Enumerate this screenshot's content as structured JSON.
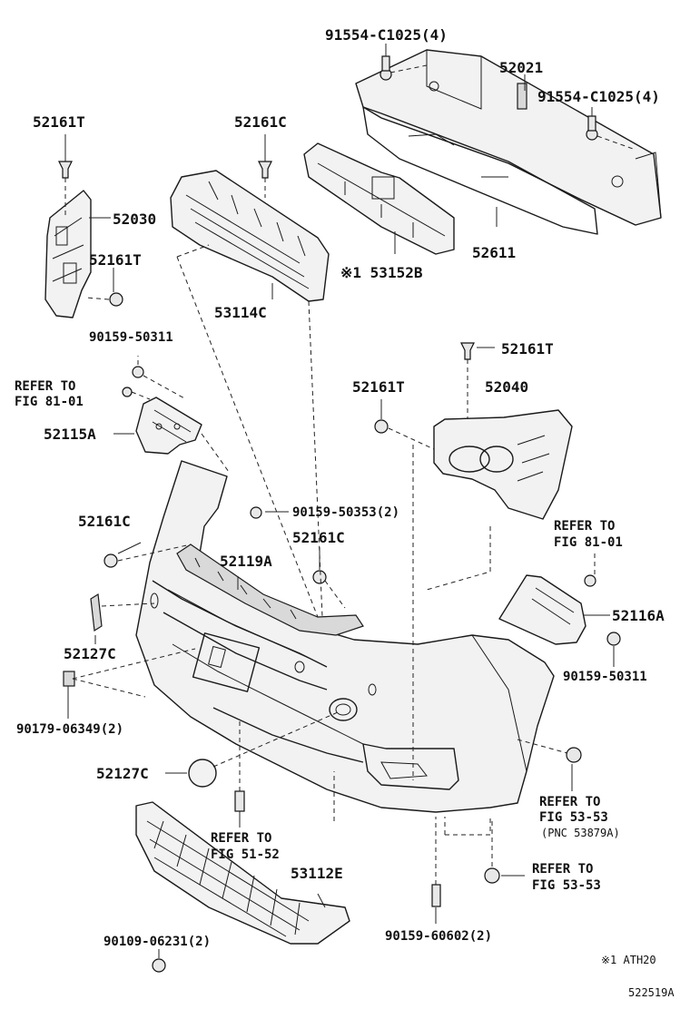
{
  "labels": {
    "p91554a": "91554-C1025(4)",
    "p52021": "52021",
    "p91554b": "91554-C1025(4)",
    "p52161T_a": "52161T",
    "p52161C_a": "52161C",
    "p52030": "52030",
    "p52161T_b": "52161T",
    "p53114C": "53114C",
    "p53152B": "※1 53152B",
    "p52611": "52611",
    "p90159_50311a": "90159-50311",
    "refer_81_01_a_1": "REFER TO",
    "refer_81_01_a_2": "FIG 81-01",
    "p52115A": "52115A",
    "p52161T_c": "52161T",
    "p52161T_d": "52161T",
    "p52040": "52040",
    "p90159_50353": "90159-50353(2)",
    "p52161C_b": "52161C",
    "p52161C_c": "52161C",
    "p52119A": "52119A",
    "refer_81_01_b_1": "REFER TO",
    "refer_81_01_b_2": "FIG 81-01",
    "p52116A": "52116A",
    "p52127C_a": "52127C",
    "p90159_50311b": "90159-50311",
    "p90179": "90179-06349(2)",
    "p52127C_b": "52127C",
    "refer_53_53_a_1": "REFER TO",
    "refer_53_53_a_2": "FIG 53-53",
    "refer_53_53_a_3": "(PNC 53879A)",
    "refer_51_52_1": "REFER TO",
    "refer_51_52_2": "FIG 51-52",
    "p53112E": "53112E",
    "refer_53_53_b_1": "REFER TO",
    "refer_53_53_b_2": "FIG 53-53",
    "p90109": "90109-06231(2)",
    "p90159_60602": "90159-60602(2)",
    "footnote": "※1 ATH20",
    "diagram_id": "522519A"
  }
}
